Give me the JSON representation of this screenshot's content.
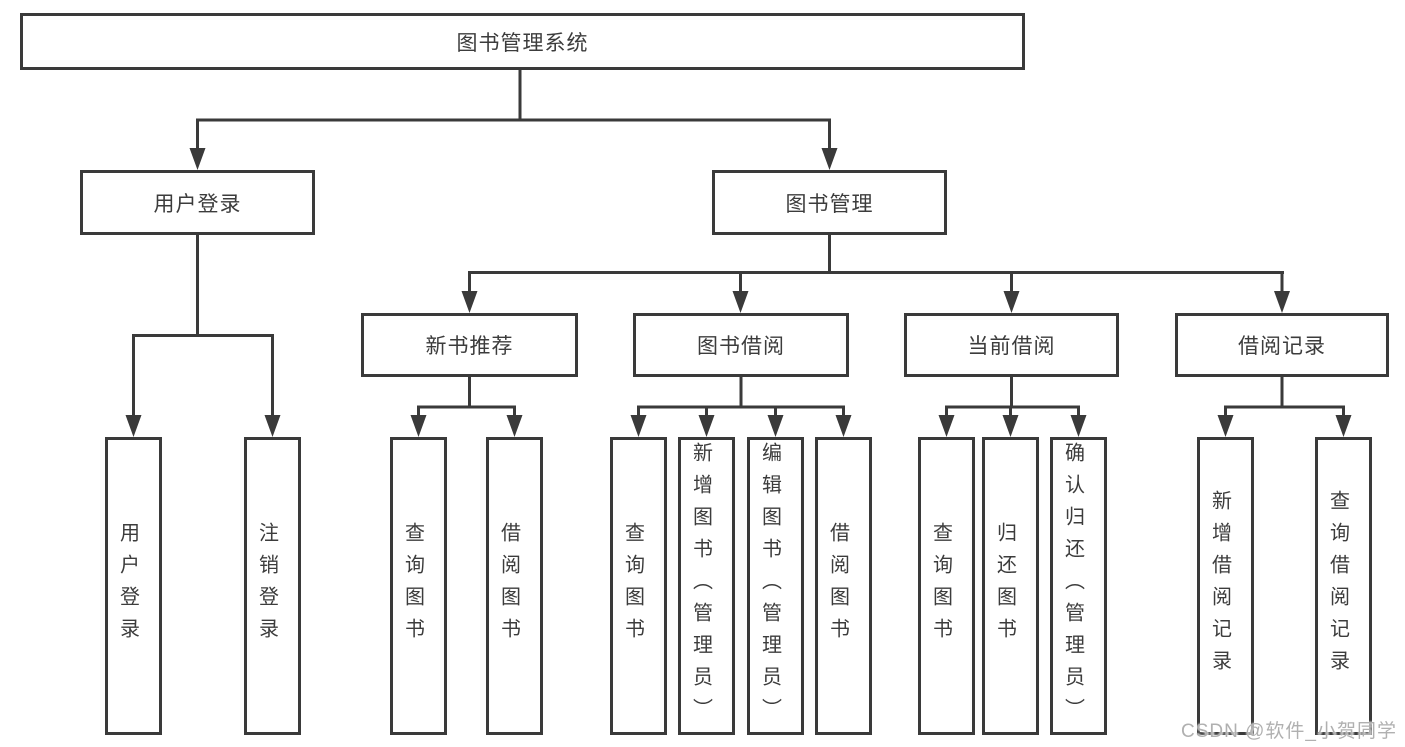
{
  "diagram": {
    "title_note": "library management system functional structure diagram",
    "root": {
      "label": "图书管理系统"
    },
    "branches": {
      "user_login": {
        "label": "用户登录",
        "children": [
          "用户登录",
          "注销登录"
        ]
      },
      "book_manage": {
        "label": "图书管理"
      }
    },
    "sections": [
      {
        "label": "新书推荐",
        "children": [
          "查询图书",
          "借阅图书"
        ]
      },
      {
        "label": "图书借阅",
        "children": [
          "查询图书",
          "新增图书（管理员）",
          "编辑图书（管理员）",
          "借阅图书"
        ]
      },
      {
        "label": "当前借阅",
        "children": [
          "查询图书",
          "归还图书",
          "确认归还（管理员）"
        ]
      },
      {
        "label": "借阅记录",
        "children": [
          "新增借阅记录",
          "查询借阅记录"
        ]
      }
    ],
    "watermark": "CSDN @软件_小贺同学",
    "colors": {
      "line": "#3a3a3a",
      "box_border": "#3a3a3a",
      "text": "#3c3c3c",
      "background": "#ffffff",
      "watermark": "#b0b0b0"
    }
  }
}
